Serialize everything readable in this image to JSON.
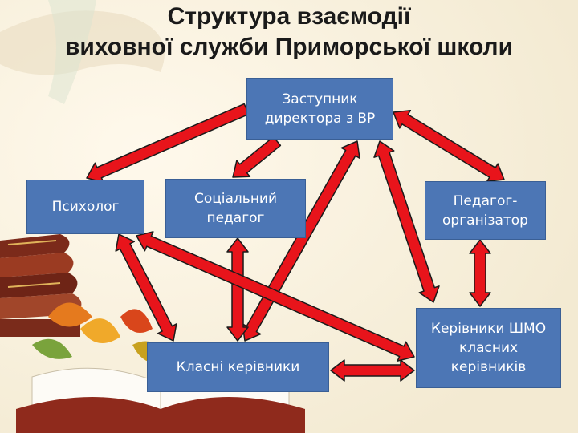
{
  "title": {
    "line1": "Структура взаємодії",
    "line2": "виховної служби Приморської школи"
  },
  "nodes": {
    "deputy": "Заступник директора з ВР",
    "psychologist": "Психолог",
    "social_pedagogue": "Соціальний педагог",
    "pedagogue_organizer": "Педагог-організатор",
    "class_teachers": "Класні керівники",
    "mo_heads": "Керівники ШМО класних керівників"
  },
  "colors": {
    "box_fill": "#4c76b5",
    "arrow_fill": "#e8141b",
    "arrow_outline": "#1b1b1b"
  }
}
